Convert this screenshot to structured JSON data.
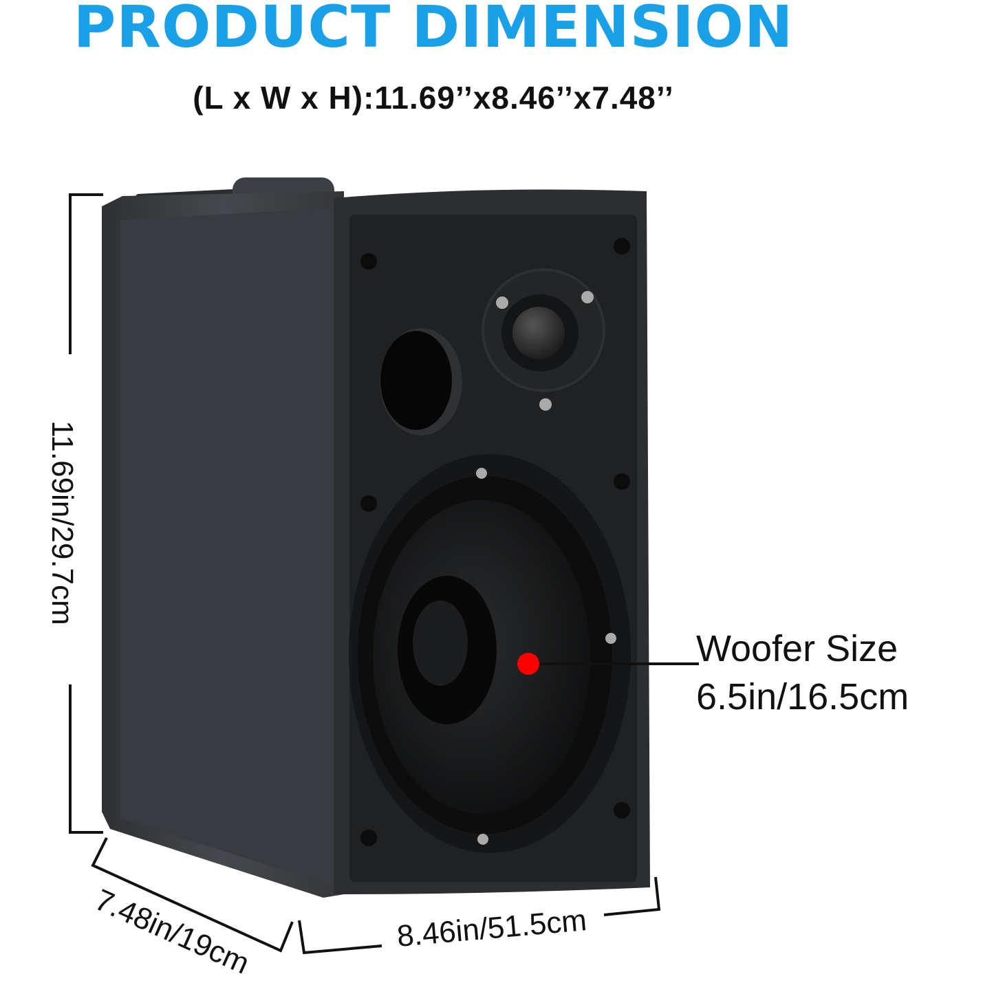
{
  "header": {
    "title": "PRODUCT DIMENSION",
    "dimensions": "(L x W x H):11.69’’x8.46’’x7.48’’"
  },
  "measurements": {
    "height_label": "11.69in/29.7cm",
    "depth_label": "7.48in/19cm",
    "width_label": "8.46in/51.5cm"
  },
  "callout": {
    "line1": "Woofer Size",
    "line2": "6.5in/16.5cm"
  },
  "colors": {
    "title": "#1aa0e8",
    "marker": "#ff0000",
    "speaker_body": "#3a3d40",
    "speaker_front": "#1f2123"
  }
}
